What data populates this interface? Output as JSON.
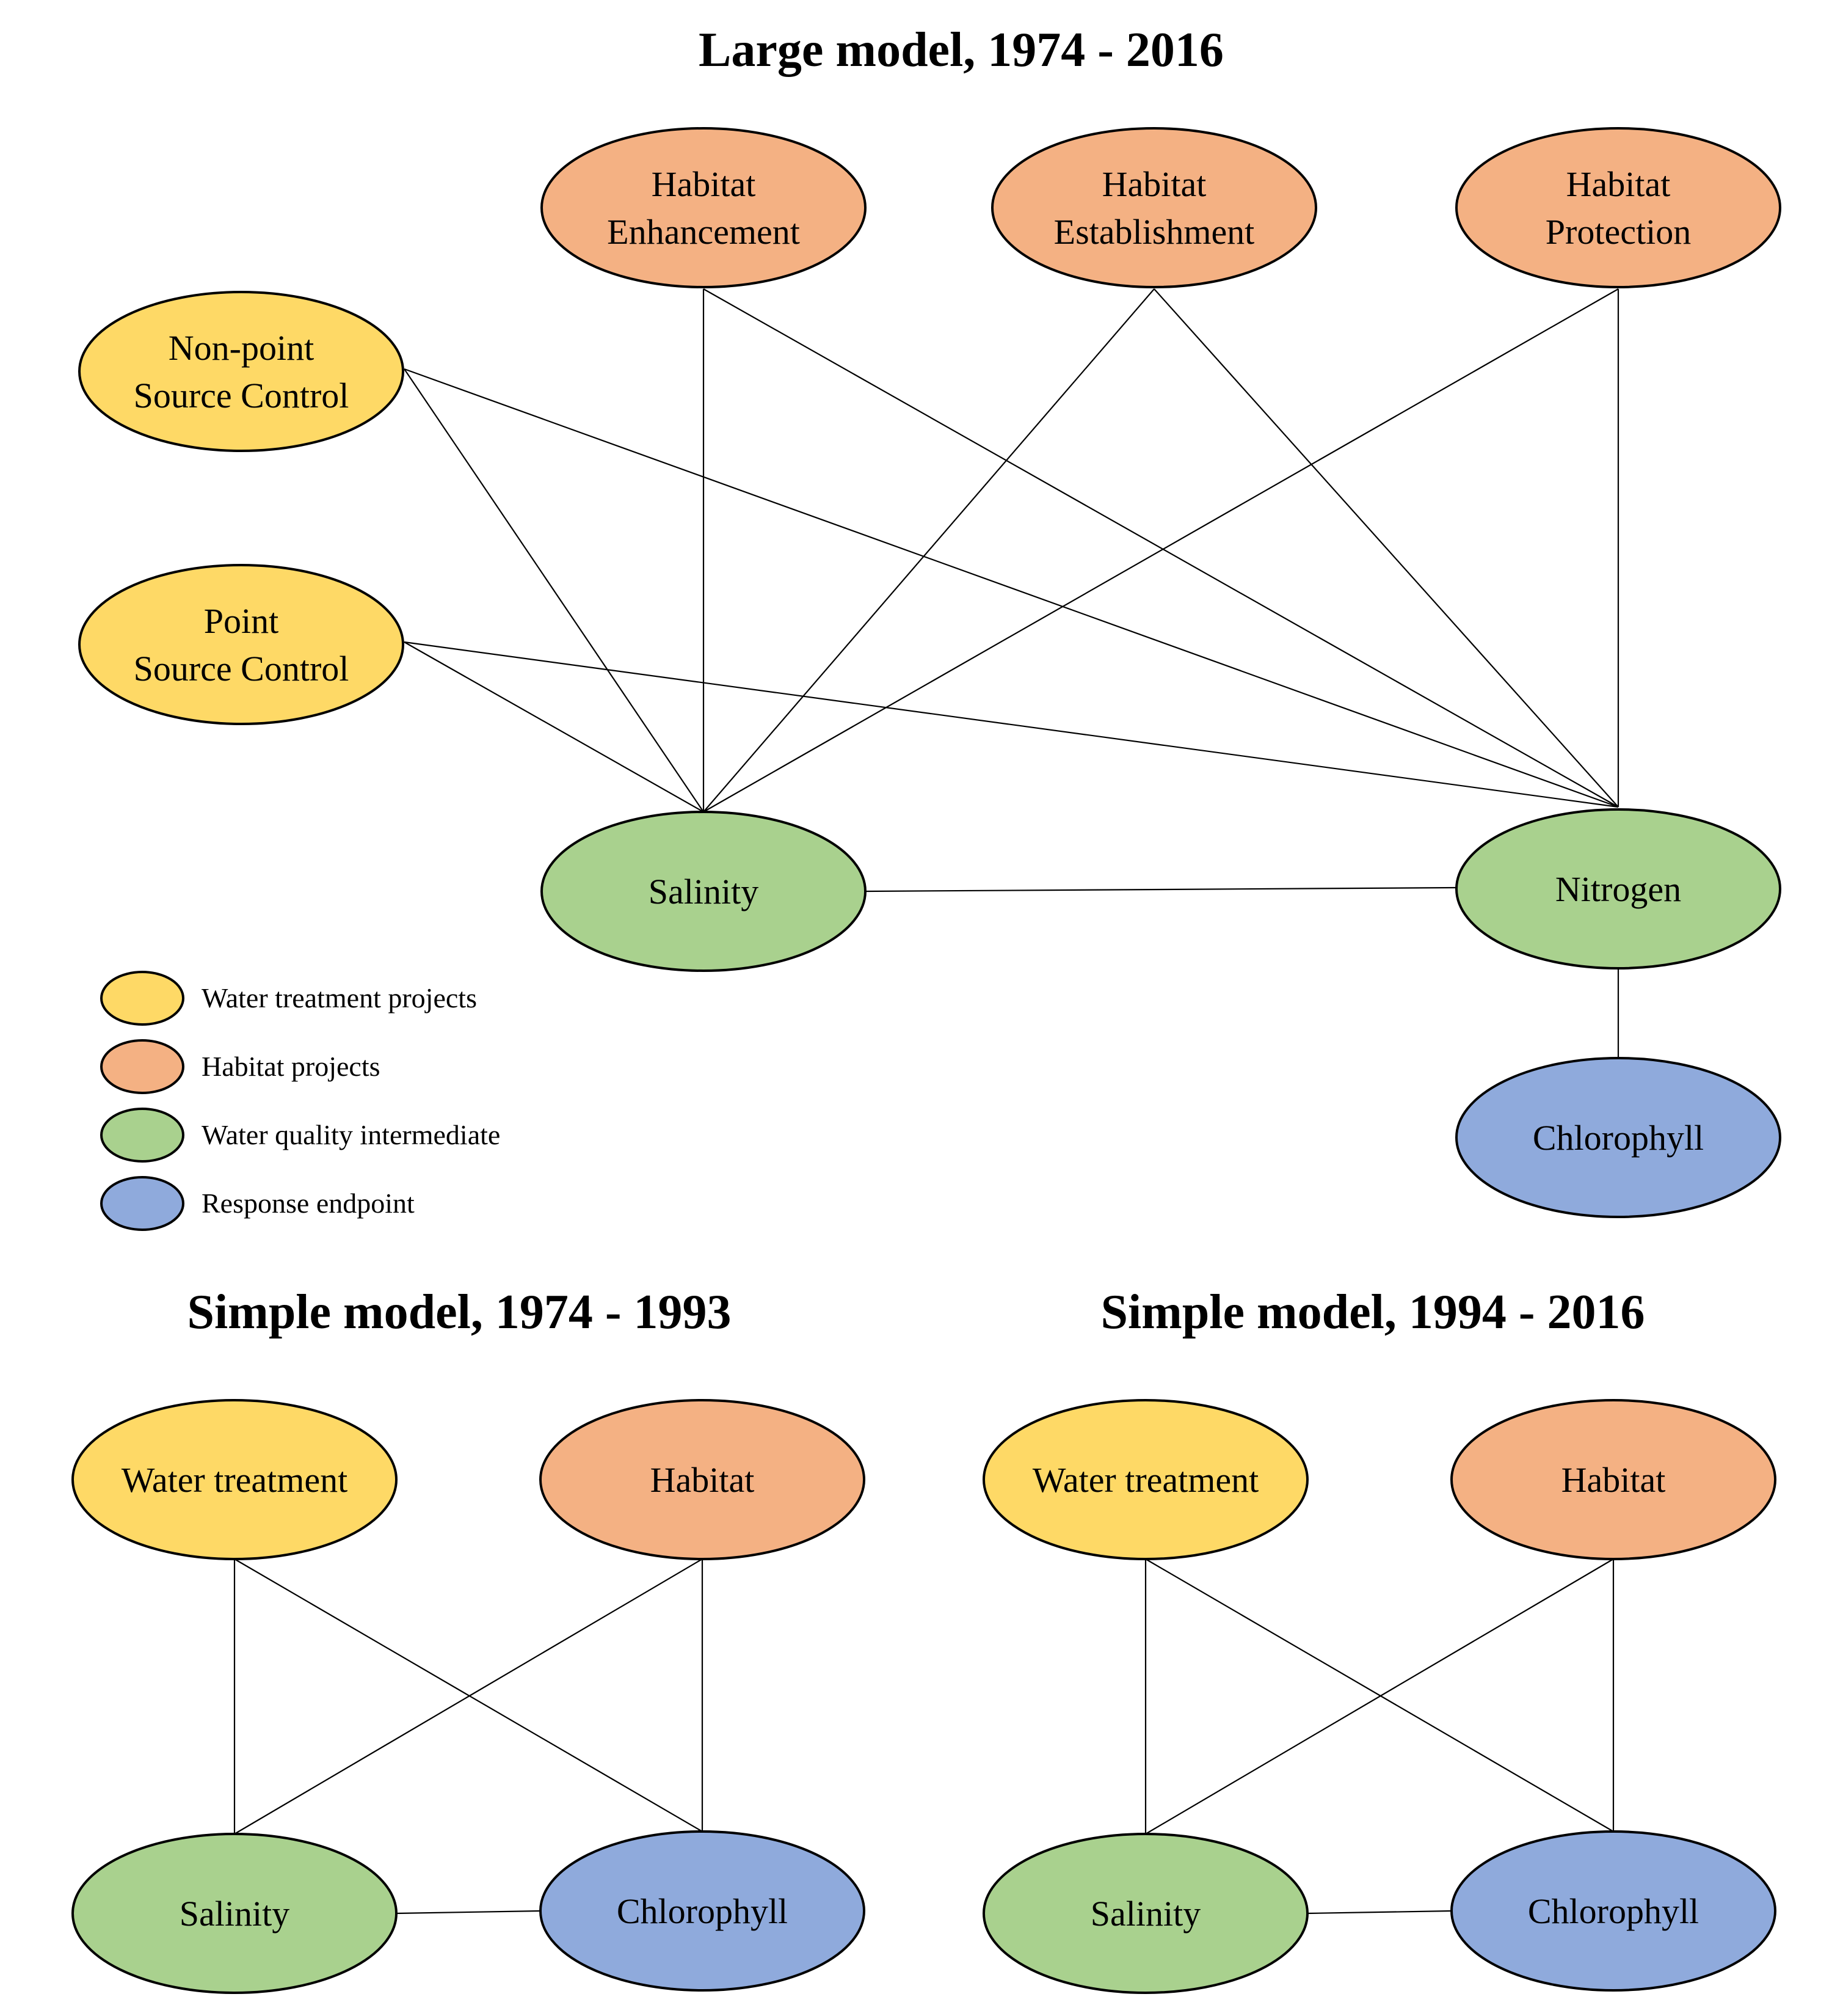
{
  "colors": {
    "water_treatment": "#FED966",
    "habitat": "#F4B183",
    "water_quality": "#A9D18E",
    "response": "#8FAADC",
    "outline": "#000000"
  },
  "panels": {
    "large": {
      "title": "Large model, 1974 - 2016",
      "nodes": {
        "habitat_enhancement": {
          "lines": [
            "Habitat",
            "Enhancement"
          ],
          "category": "habitat"
        },
        "habitat_establishment": {
          "lines": [
            "Habitat",
            "Establishment"
          ],
          "category": "habitat"
        },
        "habitat_protection": {
          "lines": [
            "Habitat",
            "Protection"
          ],
          "category": "habitat"
        },
        "nonpoint_source_control": {
          "lines": [
            "Non-point",
            "Source Control"
          ],
          "category": "water_treatment"
        },
        "point_source_control": {
          "lines": [
            "Point",
            "Source Control"
          ],
          "category": "water_treatment"
        },
        "salinity": {
          "lines": [
            "Salinity"
          ],
          "category": "water_quality"
        },
        "nitrogen": {
          "lines": [
            "Nitrogen"
          ],
          "category": "water_quality"
        },
        "chlorophyll": {
          "lines": [
            "Chlorophyll"
          ],
          "category": "response"
        }
      },
      "edges": [
        [
          "nonpoint_source_control",
          "salinity"
        ],
        [
          "nonpoint_source_control",
          "nitrogen"
        ],
        [
          "point_source_control",
          "salinity"
        ],
        [
          "point_source_control",
          "nitrogen"
        ],
        [
          "habitat_enhancement",
          "salinity"
        ],
        [
          "habitat_enhancement",
          "nitrogen"
        ],
        [
          "habitat_establishment",
          "salinity"
        ],
        [
          "habitat_establishment",
          "nitrogen"
        ],
        [
          "habitat_protection",
          "salinity"
        ],
        [
          "habitat_protection",
          "nitrogen"
        ],
        [
          "salinity",
          "nitrogen"
        ],
        [
          "nitrogen",
          "chlorophyll"
        ]
      ]
    },
    "simple_early": {
      "title": "Simple model, 1974 - 1993",
      "nodes": {
        "water_treatment": {
          "lines": [
            "Water treatment"
          ],
          "category": "water_treatment"
        },
        "habitat": {
          "lines": [
            "Habitat"
          ],
          "category": "habitat"
        },
        "salinity": {
          "lines": [
            "Salinity"
          ],
          "category": "water_quality"
        },
        "chlorophyll": {
          "lines": [
            "Chlorophyll"
          ],
          "category": "response"
        }
      },
      "edges": [
        [
          "water_treatment",
          "salinity"
        ],
        [
          "water_treatment",
          "chlorophyll"
        ],
        [
          "habitat",
          "salinity"
        ],
        [
          "habitat",
          "chlorophyll"
        ],
        [
          "salinity",
          "chlorophyll"
        ]
      ]
    },
    "simple_late": {
      "title": "Simple model, 1994 - 2016",
      "nodes": {
        "water_treatment": {
          "lines": [
            "Water treatment"
          ],
          "category": "water_treatment"
        },
        "habitat": {
          "lines": [
            "Habitat"
          ],
          "category": "habitat"
        },
        "salinity": {
          "lines": [
            "Salinity"
          ],
          "category": "water_quality"
        },
        "chlorophyll": {
          "lines": [
            "Chlorophyll"
          ],
          "category": "response"
        }
      },
      "edges": [
        [
          "water_treatment",
          "salinity"
        ],
        [
          "water_treatment",
          "chlorophyll"
        ],
        [
          "habitat",
          "salinity"
        ],
        [
          "habitat",
          "chlorophyll"
        ],
        [
          "salinity",
          "chlorophyll"
        ]
      ]
    }
  },
  "legend": {
    "items": [
      {
        "label": "Water treatment projects",
        "category": "water_treatment"
      },
      {
        "label": "Habitat projects",
        "category": "habitat"
      },
      {
        "label": "Water quality intermediate",
        "category": "water_quality"
      },
      {
        "label": "Response endpoint",
        "category": "response"
      }
    ]
  }
}
